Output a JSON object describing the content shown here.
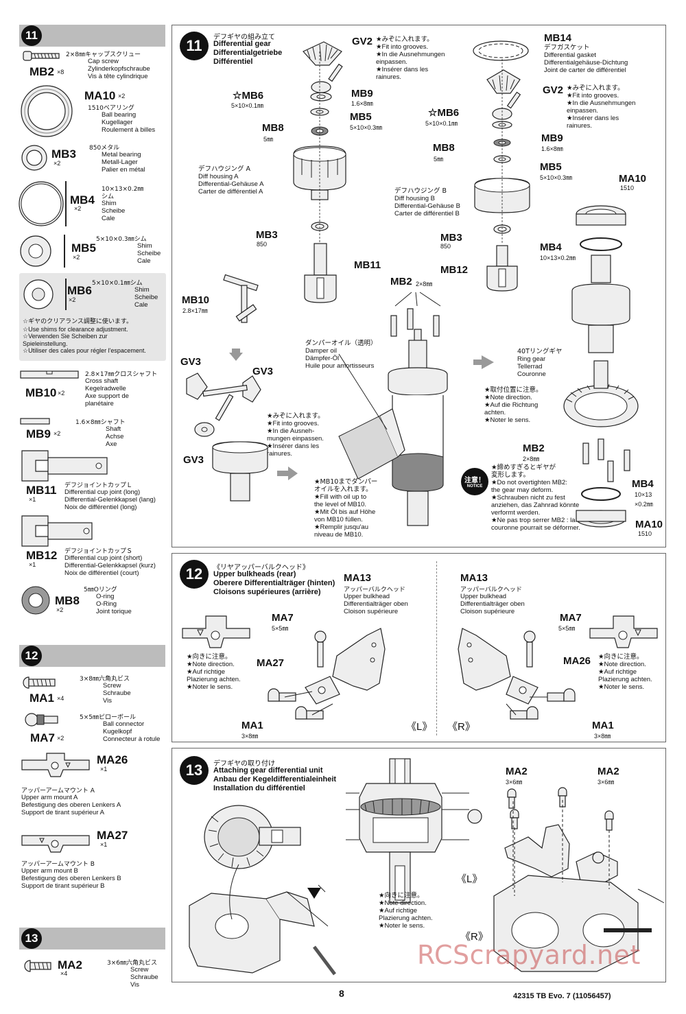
{
  "sidebar": {
    "step11": {
      "number": "11",
      "parts": [
        {
          "id": "MB2",
          "qty": "×8",
          "jp": "2×8㎜キャップスクリュー",
          "names": [
            "Cap screw",
            "Zylinderkopfschraube",
            "Vis à tête cylindrique"
          ]
        },
        {
          "id": "MA10",
          "qty": "×2",
          "jp": "1510ベアリング",
          "names": [
            "Ball bearing",
            "Kugellager",
            "Roulement à billes"
          ]
        },
        {
          "id": "MB3",
          "qty": "×2",
          "jp": "850メタル",
          "names": [
            "Metal bearing",
            "Metall-Lager",
            "Palier en métal"
          ]
        },
        {
          "id": "MB4",
          "qty": "×2",
          "jp": "10×13×0.2㎜",
          "jp2": "シム",
          "names": [
            "Shim",
            "Scheibe",
            "Cale"
          ]
        },
        {
          "id": "MB5",
          "qty": "×2",
          "jp": "5×10×0.3㎜シム",
          "names": [
            "Shim",
            "Scheibe",
            "Cale"
          ]
        },
        {
          "id": "MB6",
          "qty": "×2",
          "jp": "5×10×0.1㎜シム",
          "names": [
            "Shim",
            "Scheibe",
            "Cale"
          ],
          "notes": [
            "☆ギヤのクリアランス調整に使います。",
            "☆Use shims for clearance adjustment.",
            "☆Verwenden Sie Scheiben zur",
            "Spieleinstellung.",
            "☆Utiliser des cales pour régler l'espacement."
          ]
        },
        {
          "id": "MB10",
          "qty": "×2",
          "jp": "2.8×17㎜クロスシャフト",
          "names": [
            "Cross shaft",
            "Kegelradwelle",
            "Axe support de",
            "planétaire"
          ]
        },
        {
          "id": "MB9",
          "qty": "×2",
          "jp": "1.6×8㎜シャフト",
          "names": [
            "Shaft",
            "Achse",
            "Axe"
          ]
        },
        {
          "id": "MB11",
          "qty": "×1",
          "jp": "デフジョイントカップＬ",
          "names": [
            "Differential cup joint (long)",
            "Differential-Gelenkkapsel (lang)",
            "Noix de différentiel (long)"
          ]
        },
        {
          "id": "MB12",
          "qty": "×1",
          "jp": "デフジョイントカップＳ",
          "names": [
            "Differential cup joint (short)",
            "Differential-Gelenkkapsel (kurz)",
            "Noix de différentiel (court)"
          ]
        },
        {
          "id": "MB8",
          "qty": "×2",
          "jp": "5㎜Oリング",
          "names": [
            "O-ring",
            "O-Ring",
            "Joint torique"
          ]
        }
      ]
    },
    "step12": {
      "number": "12",
      "parts": [
        {
          "id": "MA1",
          "qty": "×4",
          "jp": "3×8㎜六角丸ビス",
          "names": [
            "Screw",
            "Schraube",
            "Vis"
          ]
        },
        {
          "id": "MA7",
          "qty": "×2",
          "jp": "5×5㎜ピローボール",
          "names": [
            "Ball connector",
            "Kugelkopf",
            "Connecteur à rotule"
          ]
        },
        {
          "id": "MA26",
          "qty": "×1",
          "jp": "アッパーアームマウント A",
          "names": [
            "Upper arm mount A",
            "Befestigung des oberen Lenkers A",
            "Support de tirant supérieur A"
          ]
        },
        {
          "id": "MA27",
          "qty": "×1",
          "jp": "アッパーアームマウント B",
          "names": [
            "Upper arm mount B",
            "Befestigung des oberen Lenkers B",
            "Support de tirant supérieur B"
          ]
        }
      ]
    },
    "step13": {
      "number": "13",
      "parts": [
        {
          "id": "MA2",
          "qty": "×4",
          "jp": "3×6㎜六角丸ビス",
          "names": [
            "Screw",
            "Schraube",
            "Vis"
          ]
        }
      ]
    }
  },
  "step11": {
    "number": "11",
    "title_jp": "デフギヤの組み立て",
    "title": [
      "Differential gear",
      "Differentialgetriebe",
      "Différentiel"
    ],
    "labels": {
      "gv2": "GV2",
      "mb9": "MB9",
      "mb9_size": "1.6×8㎜",
      "mb5": "MB5",
      "mb5_size": "5×10×0.3㎜",
      "mb6": "☆MB6",
      "mb6_size": "5×10×0.1㎜",
      "mb8": "MB8",
      "mb8_size": "5㎜",
      "mb3": "MB3",
      "mb3_size": "850",
      "mb11": "MB11",
      "mb10": "MB10",
      "mb10_size": "2.8×17㎜",
      "gv3": "GV3",
      "mb2": "MB2",
      "mb2_size": "2×8㎜",
      "mb14": "MB14",
      "mb12": "MB12",
      "ma10": "MA10",
      "ma10_size": "1510",
      "mb4": "MB4",
      "mb4_size": "10×13×0.2㎜",
      "mb4b_size1": "10×13",
      "mb4b_size2": "×0.2㎜"
    },
    "groove_note": [
      "★みぞに入れます。",
      "★Fit into grooves.",
      "★In die Ausnehmungen",
      "einpassen.",
      "★Insérer dans les",
      "rainures."
    ],
    "groove_note2": [
      "★みぞに入れます。",
      "★Fit into grooves.",
      "★In die Ausneh-",
      "mungen einpassen.",
      "★Insérer dans les",
      "rainures."
    ],
    "housing_a": [
      "デフハウジング A",
      "Diff housing A",
      "Differential-Gehäuse A",
      "Carter de différentiel A"
    ],
    "housing_b": [
      "デフハウジング B",
      "Diff housing B",
      "Differential-Gehäuse B",
      "Carter de différentiel B"
    ],
    "gasket": [
      "デフガスケット",
      "Differential gasket",
      "Differentialgehäuse-Dichtung",
      "Joint de carter de différentiel"
    ],
    "oil": [
      "ダンパーオイル（透明）",
      "Damper oil",
      "Dämpfer-Öl",
      "Huile pour amortisseurs"
    ],
    "fill_note": [
      "★MB10までダンパー",
      "オイルを入れます。",
      "★Fill with oil up to",
      "the level of MB10.",
      "★Mit Öl bis auf Höhe",
      "von MB10 füllen.",
      "★Remplir jusqu'au",
      "niveau de MB10."
    ],
    "ring_gear": [
      "40Tリングギヤ",
      "Ring gear",
      "Tellerrad",
      "Couronne"
    ],
    "direction_note": [
      "★取付位置に注意。",
      "★Note direction.",
      "★Auf die Richtung",
      "achten.",
      "★Noter le sens."
    ],
    "notice_badge": "注意！",
    "notice_sub": "NOTICE",
    "notice": [
      "★締めすぎるとギヤが",
      "変形します。",
      "★Do not overtighten MB2:",
      "the gear may deform.",
      "★Schrauben nicht zu fest",
      "anziehen, das Zahnrad könnte",
      "verformt werden.",
      "★Ne pas trop serrer MB2 : la",
      "couronne pourrait se déformer."
    ]
  },
  "step12": {
    "number": "12",
    "title_jp": "《リヤアッパーバルクヘッド》",
    "title": [
      "Upper bulkheads (rear)",
      "Oberere Differentialträger (hinten)",
      "Cloisons supérieures (arrière)"
    ],
    "ma13_jp": "アッパーバルクヘッド",
    "ma13": [
      "Upper bulkhead",
      "Differentialträger oben",
      "Cloison supérieure"
    ],
    "labels": {
      "ma13": "MA13",
      "ma7": "MA7",
      "ma7_size": "5×5㎜",
      "ma27": "MA27",
      "ma26": "MA26",
      "ma1": "MA1",
      "ma1_size": "3×8㎜",
      "left": "《L》",
      "right": "《R》"
    },
    "direction_note": [
      "★向きに注意。",
      "★Note direction.",
      "★Auf richtige",
      "Plazierung achten.",
      "★Noter le sens."
    ]
  },
  "step13": {
    "number": "13",
    "title_jp": "デフギヤの取り付け",
    "title": [
      "Attaching gear differential unit",
      "Anbau der Kegeldifferentialeinheit",
      "Installation du différentiel"
    ],
    "labels": {
      "ma2": "MA2",
      "ma2_size": "3×6㎜",
      "left": "《L》",
      "right": "《R》"
    },
    "direction_note": [
      "★向きに注意。",
      "★Note direction.",
      "★Auf richtige",
      "Plazierung achten.",
      "★Noter le sens."
    ]
  },
  "footer": {
    "page": "8",
    "model": "42315 TB Evo. 7 (11056457)",
    "watermark": "RCScrapyard.net"
  }
}
